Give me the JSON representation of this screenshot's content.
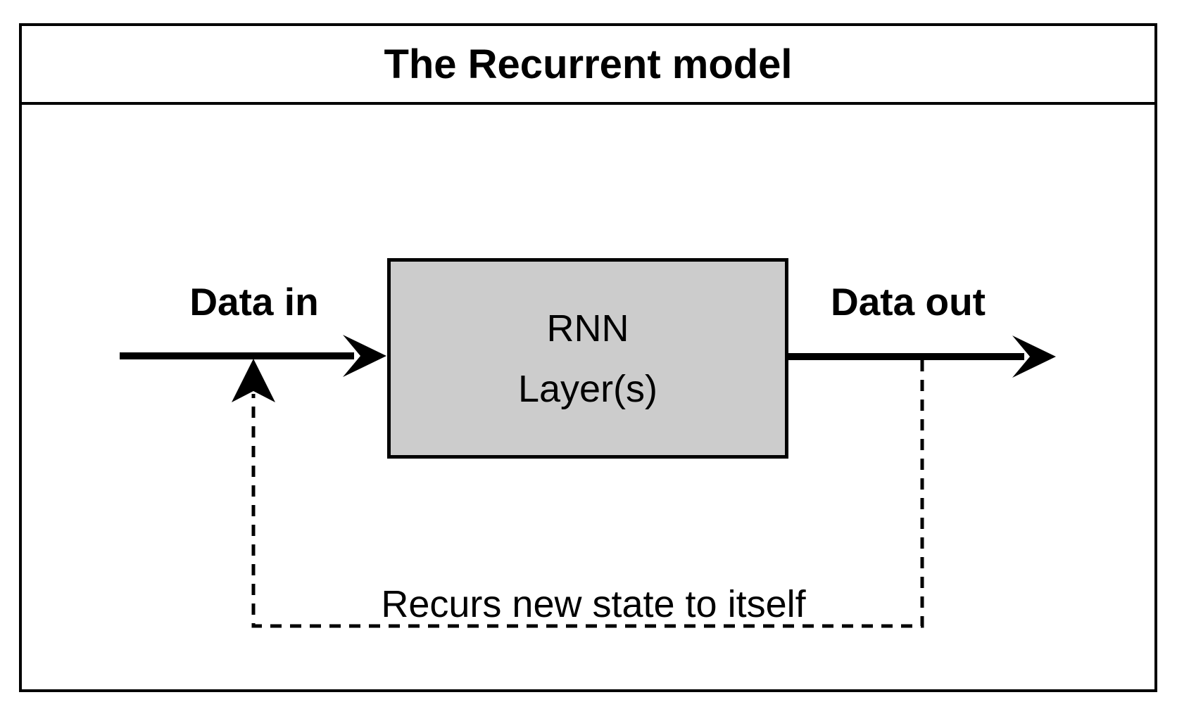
{
  "title": "The Recurrent model",
  "diagram": {
    "box": {
      "line1": "RNN",
      "line2": "Layer(s)"
    },
    "labels": {
      "data_in": "Data in",
      "data_out": "Data out",
      "feedback": "Recurs new state to itself"
    }
  },
  "colors": {
    "background": "#ffffff",
    "line": "#000000",
    "box_fill": "#cccccc",
    "box_border": "#000000",
    "text": "#000000"
  }
}
